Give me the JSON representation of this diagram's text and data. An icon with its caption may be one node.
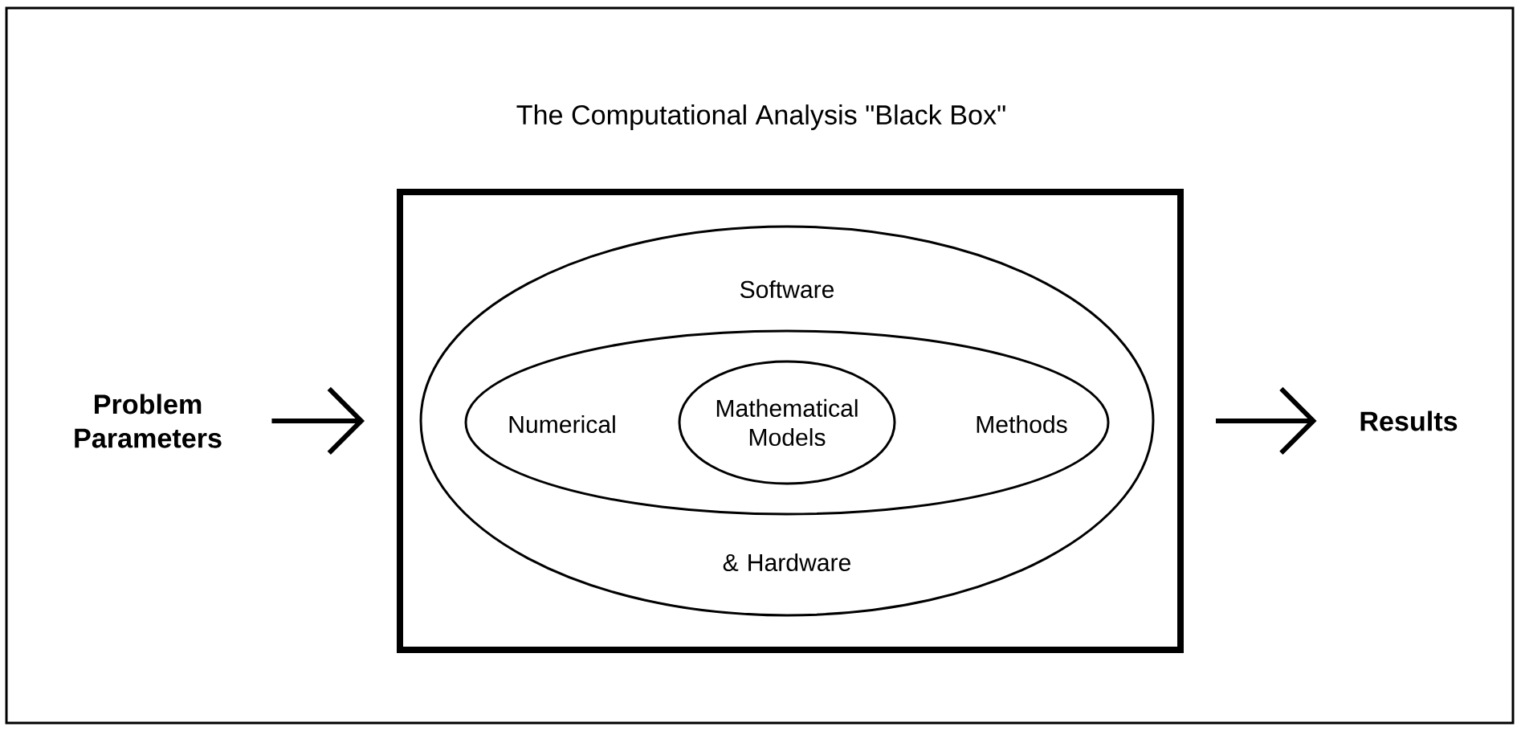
{
  "diagram": {
    "title": "The Computational Analysis \"Black Box\"",
    "nodes": [
      {
        "text": [],
        "shape": "box"
      },
      {
        "text": [
          "Software",
          "& Hardware"
        ],
        "in": 0
      },
      {
        "text": [
          "Numerical",
          "Methods"
        ],
        "in": 1
      },
      {
        "text": [
          "Mathematical Models"
        ],
        "in": 2
      },
      {
        "text": [
          "Problem Parameters"
        ]
      },
      {
        "text": [
          "Results"
        ]
      }
    ],
    "edges": [
      {
        "from": 4,
        "to": 0,
        "arrow": "to"
      },
      {
        "from": 0,
        "to": 5,
        "arrow": "to"
      }
    ]
  }
}
